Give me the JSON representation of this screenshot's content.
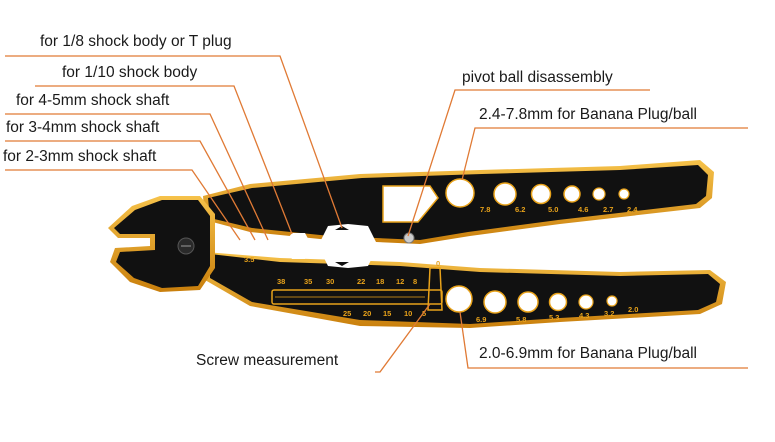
{
  "callouts": {
    "t_plug": "for 1/8 shock body or T plug",
    "shock_body_110": "for 1/10 shock body",
    "shaft_45": "for 4-5mm shock shaft",
    "shaft_34": "for 3-4mm shock shaft",
    "shaft_23": "for 2-3mm shock shaft",
    "pivot_ball": "pivot ball disassembly",
    "banana_upper": "2.4-7.8mm for Banana Plug/ball",
    "screw_measure": "Screw measurement",
    "banana_lower": "2.0-6.9mm for Banana Plug/ball"
  },
  "tool_markings": {
    "upper_holes": [
      "7.8",
      "6.2",
      "5.0",
      "4.6",
      "2.7",
      "2.4"
    ],
    "lower_holes": [
      "6.9",
      "5.8",
      "5.3",
      "4.3",
      "3.2",
      "2.0"
    ],
    "shaft_mark": "3.5",
    "ruler_top": [
      "38",
      "35",
      "30",
      "22",
      "18",
      "12",
      "8"
    ],
    "ruler_bottom": [
      "25",
      "20",
      "15",
      "10",
      "5"
    ],
    "ruler_zero": "0"
  },
  "colors": {
    "accent": "#e8a21a",
    "tool_body": "#111111",
    "leader_line": "#e07a35"
  }
}
